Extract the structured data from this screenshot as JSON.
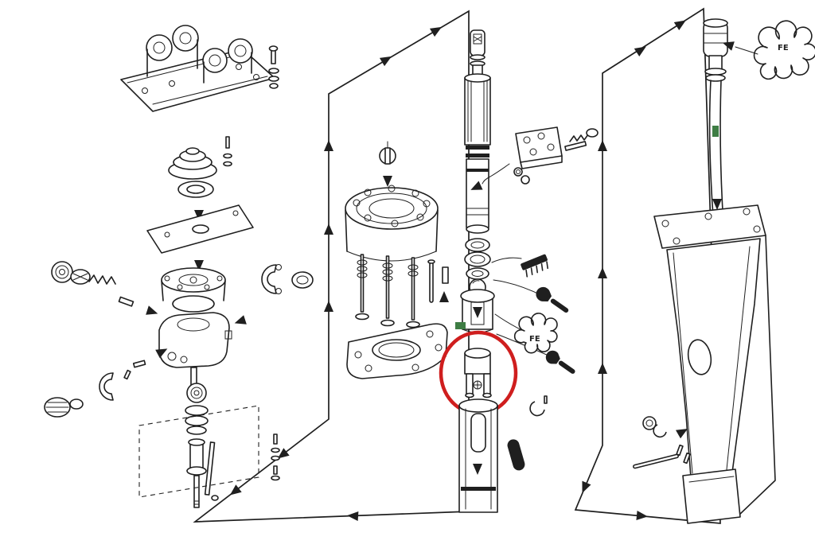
{
  "meta": {
    "kind": "exploded-parts-diagram",
    "description": "Black-and-white exploded-view parts diagram of a hydraulic breaker: three vertical part stacks, assembly flow loops with solid arrowheads, tool callout icons, a red ellipse highlighting one inner sleeve component and two small green markers."
  },
  "colors": {
    "line": "#1f1f1f",
    "background": "#ffffff",
    "highlight_red": "#cf1e1e",
    "marker_green": "#3e7d44"
  },
  "highlight": {
    "shape": "red-ellipse",
    "around": "inner-valve-sleeve"
  },
  "callouts": {
    "fe_mid": "FE",
    "fe_top_right": "FE"
  },
  "assemblies": [
    {
      "id": "mount-bracket",
      "label": "top mounting bracket with lug ears"
    },
    {
      "id": "swivel-stack",
      "label": "dome cap, ring, plate and flange stack"
    },
    {
      "id": "valve-housing",
      "label": "valve housing with side fittings and clamps"
    },
    {
      "id": "lower-shaft",
      "label": "lower shaft with bearings and rings"
    },
    {
      "id": "cylinder-head",
      "label": "cylinder head with studs and base flange"
    },
    {
      "id": "piston",
      "label": "main piston with seal rings and ball"
    },
    {
      "id": "valve-bushing",
      "label": "valve bushing"
    },
    {
      "id": "inner-valve-sleeve",
      "label": "highlighted inner valve sleeve"
    },
    {
      "id": "lower-cylinder",
      "label": "lower cylinder sleeve"
    },
    {
      "id": "manifold-block",
      "label": "manifold block with bolt, spring and o-rings"
    },
    {
      "id": "breaker-housing",
      "label": "breaker housing with mounting plate and foot"
    },
    {
      "id": "chisel-rod",
      "label": "long rod with top cylinder cap"
    }
  ]
}
